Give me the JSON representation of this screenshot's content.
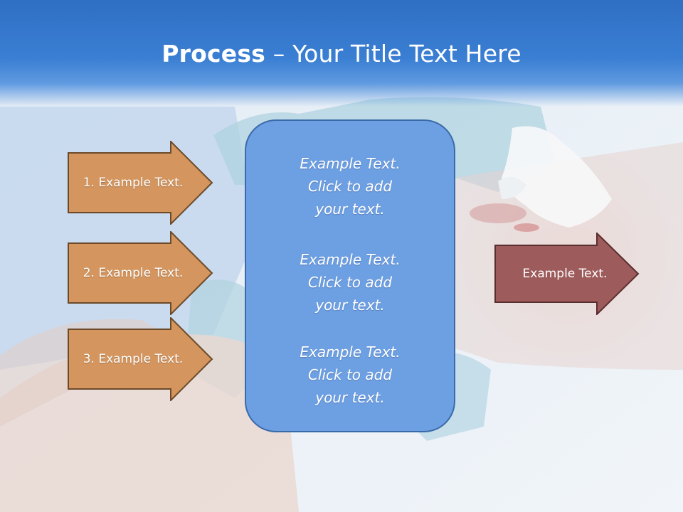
{
  "slide": {
    "title_bold": "Process",
    "title_rest": " – Your Title Text Here"
  },
  "left_arrows": [
    {
      "label": "1. Example Text."
    },
    {
      "label": "2. Example Text."
    },
    {
      "label": "3. Example Text."
    }
  ],
  "center_box": {
    "items": [
      {
        "text": "Example Text.\nClick  to add\nyour text."
      },
      {
        "text": "Example Text.\nClick  to add\nyour text."
      },
      {
        "text": "Example Text.\nClick  to add\nyour text."
      }
    ]
  },
  "right_arrow": {
    "label": "Example Text."
  },
  "colors": {
    "header_blue": "#3a7fd3",
    "left_arrow_fill": "#d4955e",
    "left_arrow_border": "#6b4a2a",
    "center_fill": "#6d9fe3",
    "center_border": "#3b6aa8",
    "right_arrow_fill": "#9e5b5b",
    "right_arrow_border": "#5a2e2e"
  }
}
